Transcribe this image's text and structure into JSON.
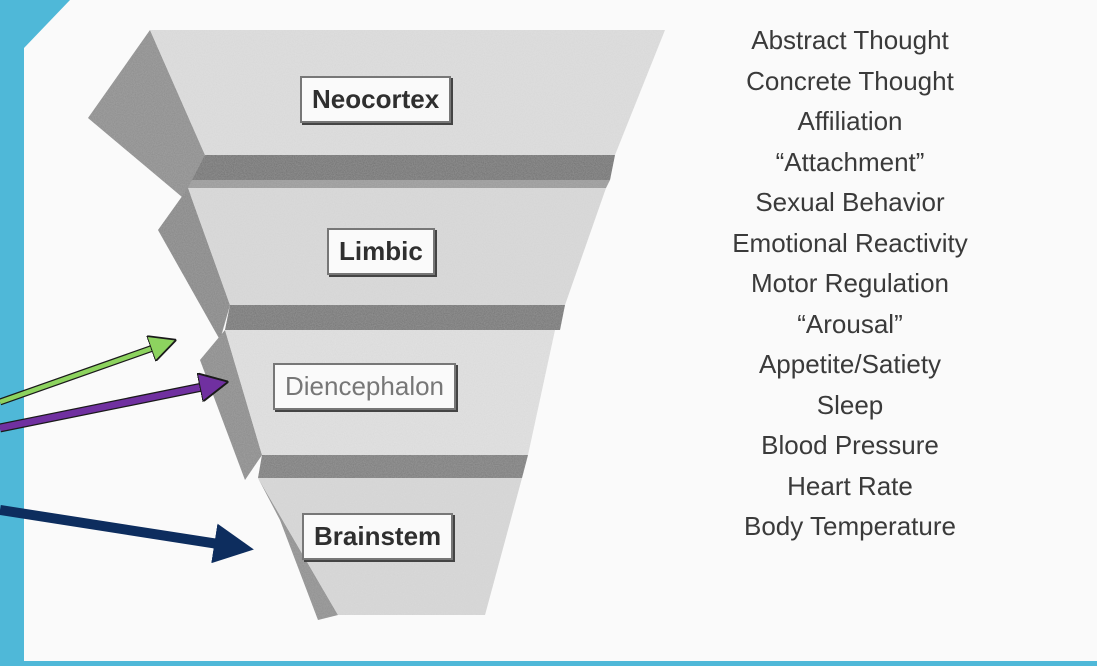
{
  "slide": {
    "background_color": "#4fb8d8",
    "panel_color": "#fafafa"
  },
  "brain_regions": [
    {
      "key": "neocortex",
      "label": "Neocortex"
    },
    {
      "key": "limbic",
      "label": "Limbic"
    },
    {
      "key": "diencephalon",
      "label": "Diencephalon"
    },
    {
      "key": "brainstem",
      "label": "Brainstem"
    }
  ],
  "functions": [
    "Abstract Thought",
    "Concrete Thought",
    "Affiliation",
    "“Attachment”",
    "Sexual Behavior",
    "Emotional Reactivity",
    "Motor Regulation",
    "“Arousal”",
    "Appetite/Satiety",
    "Sleep",
    "Blood Pressure",
    "Heart Rate",
    "Body Temperature"
  ],
  "arrows": [
    {
      "name": "green-arrow",
      "color": "#8dd35f"
    },
    {
      "name": "purple-arrow",
      "color": "#7030a0"
    },
    {
      "name": "navy-arrow",
      "color": "#0d2d5e"
    }
  ]
}
